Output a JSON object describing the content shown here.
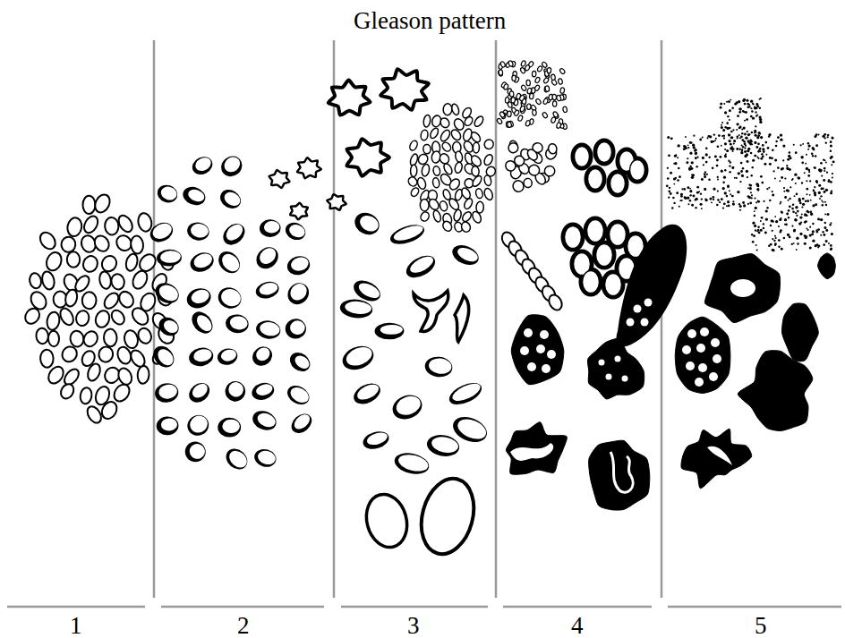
{
  "diagram": {
    "title": "Gleason pattern",
    "labels": [
      "1",
      "2",
      "3",
      "4",
      "5"
    ]
  }
}
